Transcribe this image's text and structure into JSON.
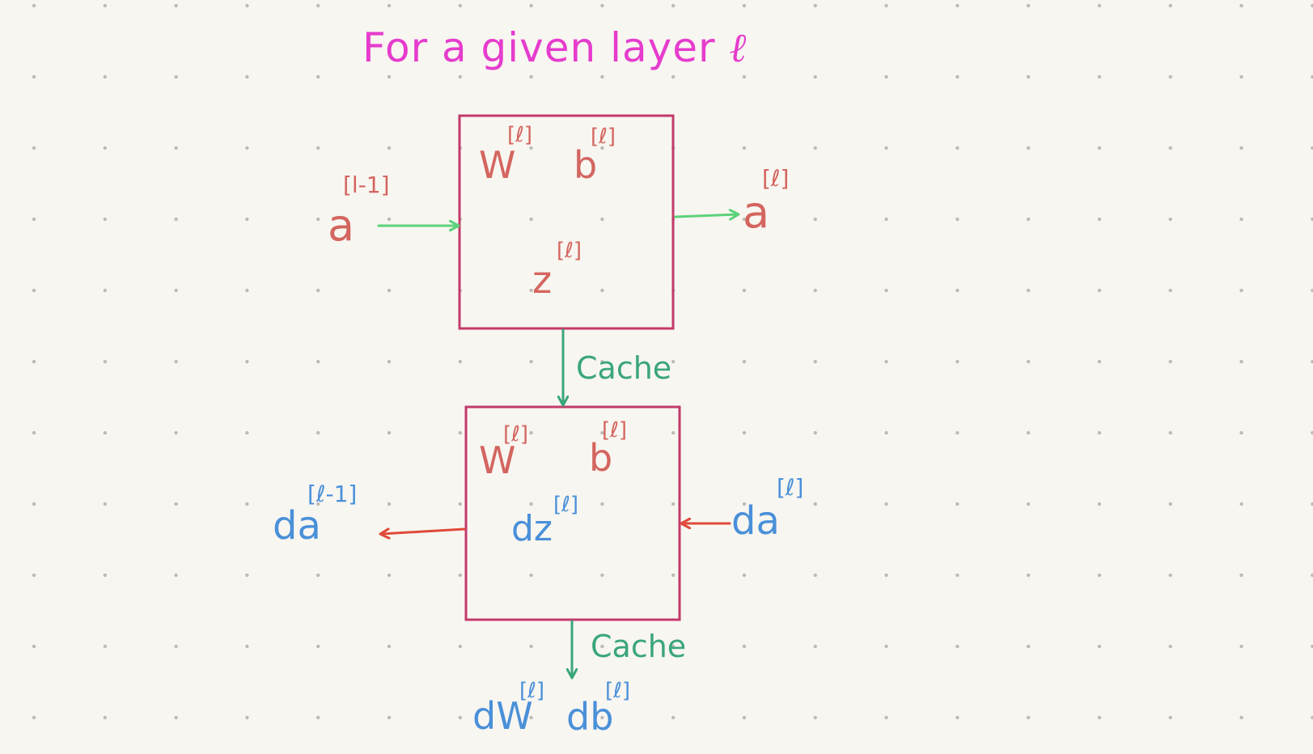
{
  "title": {
    "text": "For a given layer",
    "symbol": "ℓ"
  },
  "forward_block": {
    "weight": {
      "base": "W",
      "sup": "[ℓ]"
    },
    "bias": {
      "base": "b",
      "sup": "[ℓ]"
    },
    "linear": {
      "base": "z",
      "sup": "[ℓ]"
    }
  },
  "forward_input": {
    "base": "a",
    "sup": "[l-1]"
  },
  "forward_output": {
    "base": "a",
    "sup": "[ℓ]"
  },
  "cache_label_1": "Cache",
  "backward_block": {
    "weight": {
      "base": "W",
      "sup": "[ℓ]"
    },
    "bias": {
      "base": "b",
      "sup": "[ℓ]"
    },
    "linear_grad": {
      "base": "dz",
      "sup": "[ℓ]"
    }
  },
  "backward_input": {
    "base": "da",
    "sup": "[ℓ]"
  },
  "backward_output": {
    "base": "da",
    "sup": "[ℓ-1]"
  },
  "cache_label_2": "Cache",
  "param_grads": {
    "dw": {
      "base": "dW",
      "sup": "[ℓ]"
    },
    "db": {
      "base": "db",
      "sup": "[ℓ]"
    }
  },
  "colors": {
    "title": "#e63ccd",
    "box": "#c23a6a",
    "forward_symbol": "#d4655f",
    "backward_symbol": "#4a90d9",
    "forward_arrow": "#5cd27a",
    "backward_arrow": "#e04a3a",
    "cache": "#3aa67a"
  }
}
